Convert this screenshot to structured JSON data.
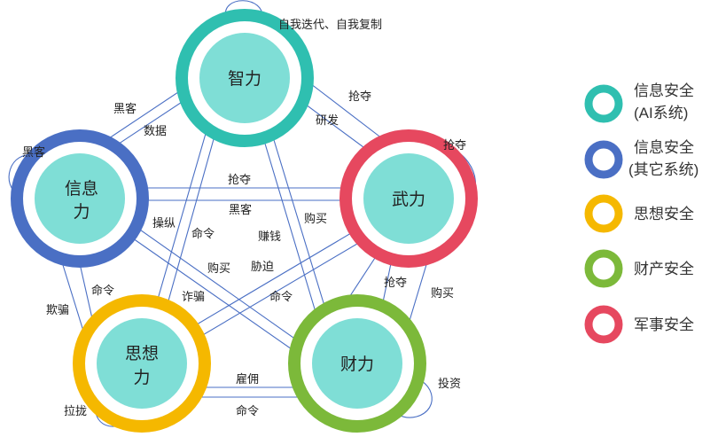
{
  "nodes": {
    "zhili": {
      "label": "智力",
      "ring_color": "#2fbfb0"
    },
    "xinxi": {
      "label_line1": "信息",
      "label_line2": "力",
      "ring_color": "#4a6fc4"
    },
    "wuli": {
      "label": "武力",
      "ring_color": "#e6485f"
    },
    "sixiang": {
      "label_line1": "思想",
      "label_line2": "力",
      "ring_color": "#f5b800"
    },
    "caili": {
      "label": "财力",
      "ring_color": "#7cb93a"
    }
  },
  "inner_fill": "#7fded6",
  "edges": {
    "self_zhili": "自我迭代、自我复制",
    "heike1": "黑客",
    "shuju": "数据",
    "self_xinxi": "黑客",
    "qiangduo_wuli_zhili": "抢夺",
    "yanfa": "研发",
    "self_wuli": "抢夺",
    "qiangduo_wuli_xinxi": "抢夺",
    "heike2": "黑客",
    "caozong": "操纵",
    "mingling_zhili": "命令",
    "zhuanqian": "赚钱",
    "goumai_caili_wuli": "购买",
    "goumai_xinxi": "购买",
    "xiepo": "胁迫",
    "mingling_xinxi": "命令",
    "zhapian": "诈骗",
    "mingling_sixiang_wuli": "命令",
    "qiangduo_wuli_caili": "抢夺",
    "goumai_caili": "购买",
    "qipian": "欺骗",
    "self_sixiang": "拉拢",
    "guyong": "雇佣",
    "mingling_sixiang_caili": "命令",
    "self_caili": "投资"
  },
  "legend": [
    {
      "label_line1": "信息安全",
      "label_line2": "(AI系统)",
      "color": "#2fbfb0"
    },
    {
      "label_line1": "信息安全",
      "label_line2": "(其它系统)",
      "color": "#4a6fc4"
    },
    {
      "label_line1": "思想安全",
      "label_line2": "",
      "color": "#f5b800"
    },
    {
      "label_line1": "财产安全",
      "label_line2": "",
      "color": "#7cb93a"
    },
    {
      "label_line1": "军事安全",
      "label_line2": "",
      "color": "#e6485f"
    }
  ]
}
